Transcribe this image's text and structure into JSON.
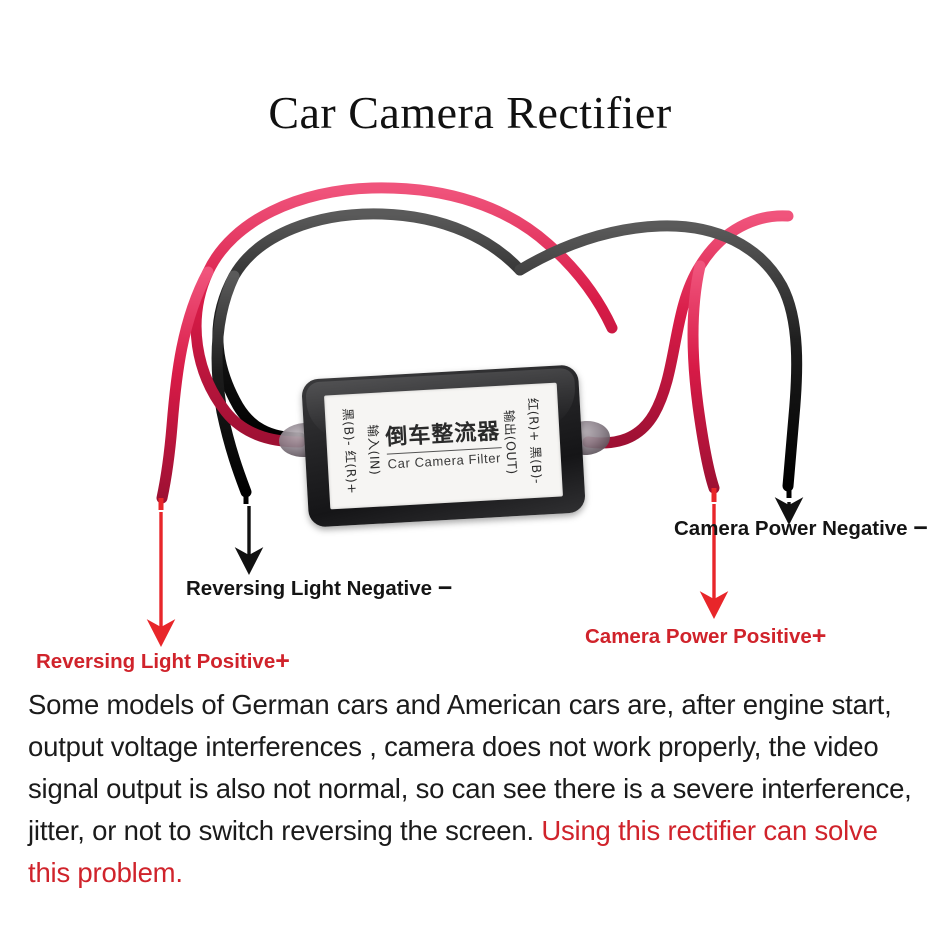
{
  "page": {
    "title": "Car Camera Rectifier",
    "background_color": "#ffffff"
  },
  "device": {
    "brand_cn": "倒车整流器",
    "brand_en": "Car Camera Filter",
    "input_port_label": "输入(IN)",
    "input_wires_label": "黑(B)- 红(R)+",
    "output_port_label": "输出(OUT)",
    "output_wires_label": "红(R)+ 黑(B)-",
    "body_color": "#1e1e20",
    "label_color": "#f6f5f3"
  },
  "wires": {
    "red_color": "#d81b47",
    "black_color": "#1a1a1a",
    "red_tip_color": "#e8262a",
    "black_tip_color": "#000000"
  },
  "annotations": [
    {
      "id": "reversing-light-positive",
      "text": "Reversing Light Positive",
      "sign": "+",
      "color": "#d0232b",
      "arrow_color": "#e8262a"
    },
    {
      "id": "reversing-light-negative",
      "text": "Reversing Light Negative ",
      "sign": "−",
      "color": "#141414",
      "arrow_color": "#111111"
    },
    {
      "id": "camera-power-positive",
      "text": "Camera Power Positive",
      "sign": "+",
      "color": "#d0232b",
      "arrow_color": "#e8262a"
    },
    {
      "id": "camera-power-negative",
      "text": "Camera Power Negative ",
      "sign": "−",
      "color": "#141414",
      "arrow_color": "#111111"
    }
  ],
  "description": {
    "body": "Some models of German cars and American cars are, after engine start, output voltage interferences , camera does not work properly, the video signal output is also not normal, so can see there is a severe interference, jitter, or not to switch reversing the screen. ",
    "highlight": "Using this rectifier can solve this problem.",
    "highlight_color": "#d0232b"
  }
}
